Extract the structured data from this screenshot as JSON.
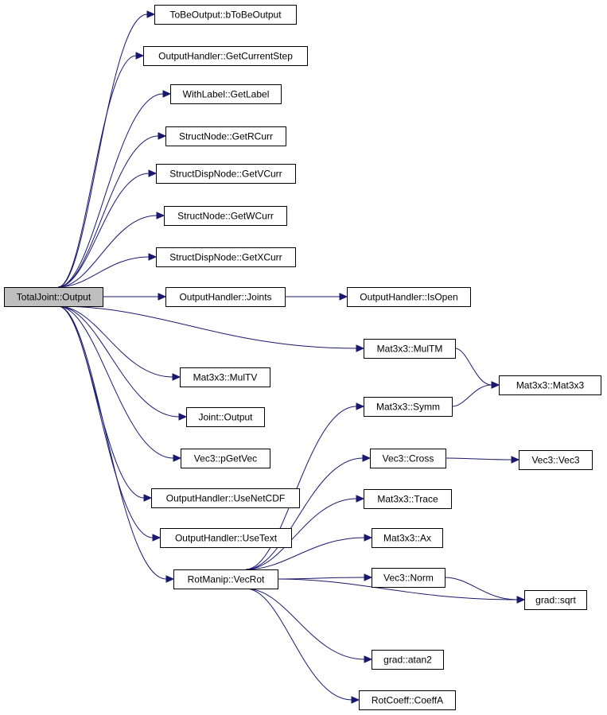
{
  "graph": {
    "edge_color": "#191970",
    "root_fill": "#bfbfbf",
    "nodes": [
      {
        "id": "root",
        "label": "TotalJoint::Output",
        "root": true
      },
      {
        "id": "btobe",
        "label": "ToBeOutput::bToBeOutput"
      },
      {
        "id": "getstep",
        "label": "OutputHandler::GetCurrentStep"
      },
      {
        "id": "getlabel",
        "label": "WithLabel::GetLabel"
      },
      {
        "id": "getrcurr",
        "label": "StructNode::GetRCurr"
      },
      {
        "id": "getvcurr",
        "label": "StructDispNode::GetVCurr"
      },
      {
        "id": "getwcurr",
        "label": "StructNode::GetWCurr"
      },
      {
        "id": "getxcurr",
        "label": "StructDispNode::GetXCurr"
      },
      {
        "id": "joints",
        "label": "OutputHandler::Joints"
      },
      {
        "id": "isopen",
        "label": "OutputHandler::IsOpen"
      },
      {
        "id": "multm",
        "label": "Mat3x3::MulTM"
      },
      {
        "id": "mat3x3",
        "label": "Mat3x3::Mat3x3"
      },
      {
        "id": "multv",
        "label": "Mat3x3::MulTV"
      },
      {
        "id": "jointout",
        "label": "Joint::Output"
      },
      {
        "id": "symm",
        "label": "Mat3x3::Symm"
      },
      {
        "id": "pgetvec",
        "label": "Vec3::pGetVec"
      },
      {
        "id": "cross",
        "label": "Vec3::Cross"
      },
      {
        "id": "vec3",
        "label": "Vec3::Vec3"
      },
      {
        "id": "netcdf",
        "label": "OutputHandler::UseNetCDF"
      },
      {
        "id": "trace",
        "label": "Mat3x3::Trace"
      },
      {
        "id": "usetext",
        "label": "OutputHandler::UseText"
      },
      {
        "id": "ax",
        "label": "Mat3x3::Ax"
      },
      {
        "id": "vecrot",
        "label": "RotManip::VecRot"
      },
      {
        "id": "norm",
        "label": "Vec3::Norm"
      },
      {
        "id": "sqrt",
        "label": "grad::sqrt"
      },
      {
        "id": "atan2",
        "label": "grad::atan2"
      },
      {
        "id": "coeffa",
        "label": "RotCoeff::CoeffA"
      }
    ],
    "edges": [
      {
        "from": "root",
        "to": "btobe"
      },
      {
        "from": "root",
        "to": "getstep"
      },
      {
        "from": "root",
        "to": "getlabel"
      },
      {
        "from": "root",
        "to": "getrcurr"
      },
      {
        "from": "root",
        "to": "getvcurr"
      },
      {
        "from": "root",
        "to": "getwcurr"
      },
      {
        "from": "root",
        "to": "getxcurr"
      },
      {
        "from": "root",
        "to": "joints"
      },
      {
        "from": "root",
        "to": "multm"
      },
      {
        "from": "root",
        "to": "multv"
      },
      {
        "from": "root",
        "to": "jointout"
      },
      {
        "from": "root",
        "to": "pgetvec"
      },
      {
        "from": "root",
        "to": "netcdf"
      },
      {
        "from": "root",
        "to": "usetext"
      },
      {
        "from": "root",
        "to": "vecrot"
      },
      {
        "from": "joints",
        "to": "isopen"
      },
      {
        "from": "multm",
        "to": "mat3x3"
      },
      {
        "from": "symm",
        "to": "mat3x3"
      },
      {
        "from": "cross",
        "to": "vec3"
      },
      {
        "from": "norm",
        "to": "sqrt"
      },
      {
        "from": "vecrot",
        "to": "symm"
      },
      {
        "from": "vecrot",
        "to": "cross"
      },
      {
        "from": "vecrot",
        "to": "trace"
      },
      {
        "from": "vecrot",
        "to": "ax"
      },
      {
        "from": "vecrot",
        "to": "norm"
      },
      {
        "from": "vecrot",
        "to": "sqrt"
      },
      {
        "from": "vecrot",
        "to": "atan2"
      },
      {
        "from": "vecrot",
        "to": "coeffa"
      }
    ]
  }
}
